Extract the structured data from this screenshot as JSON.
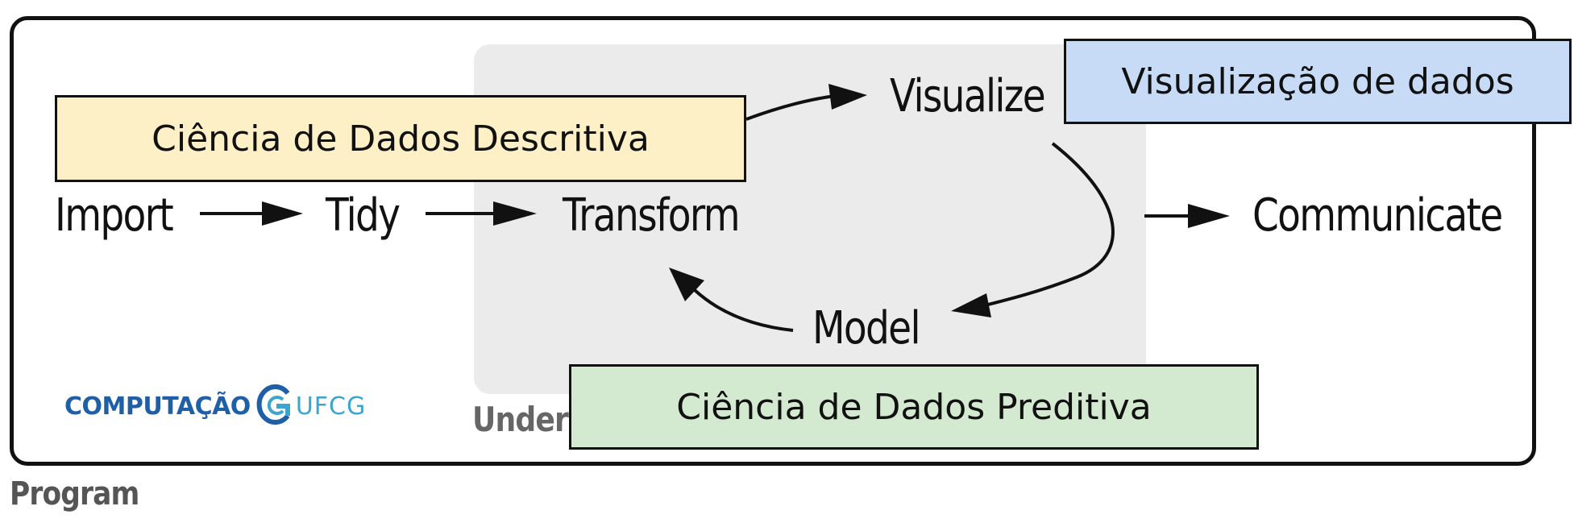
{
  "workflow": {
    "import": "Import",
    "tidy": "Tidy",
    "transform": "Transform",
    "visualize": "Visualize",
    "model": "Model",
    "communicate": "Communicate",
    "understand": "Understand",
    "program": "Program"
  },
  "overlays": {
    "descriptive": "Ciência de Dados Descritiva",
    "visualization": "Visualização de dados",
    "predictive": "Ciência de Dados Preditiva"
  },
  "logo": {
    "name": "COMPUTAÇÃO",
    "institution": "UFCG",
    "icon": "ufcg-g-icon"
  },
  "colors": {
    "descriptive_bg": "#fdf0c6",
    "visualization_bg": "#c8dbf6",
    "predictive_bg": "#d4ead0",
    "understand_bg": "#ebebeb",
    "logo_blue": "#1f5fa8",
    "logo_cyan": "#3aa5cf"
  }
}
